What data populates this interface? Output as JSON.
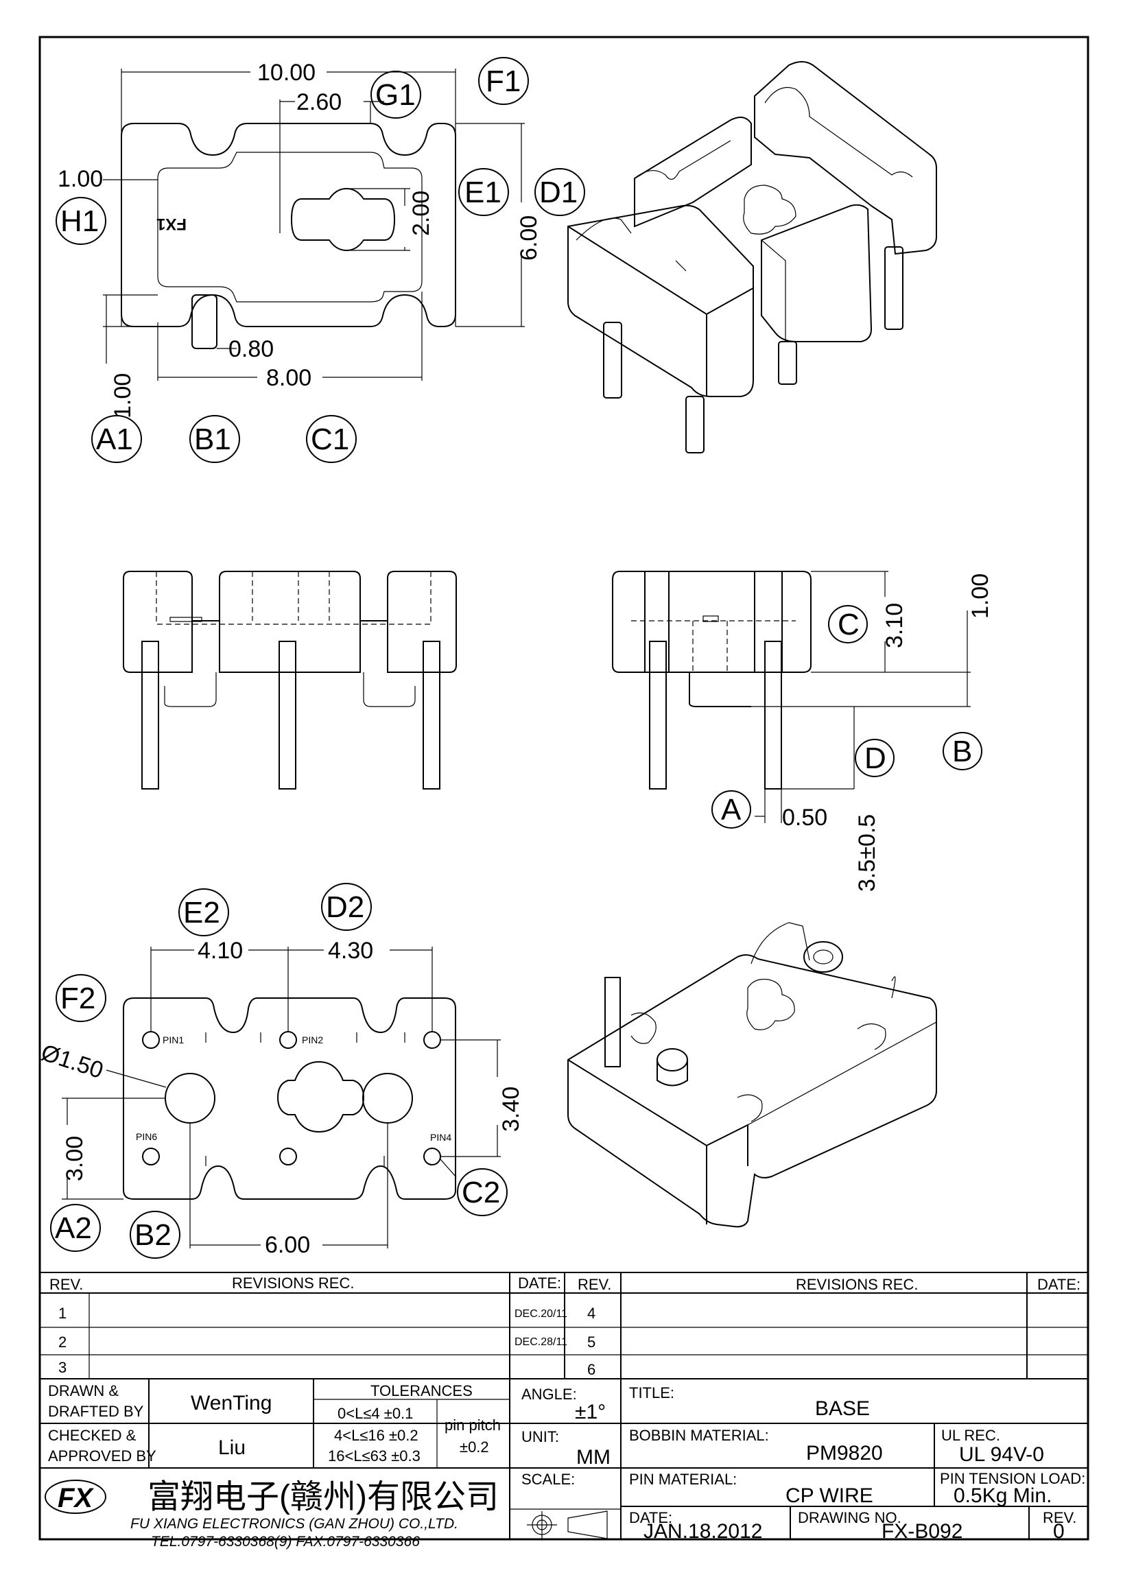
{
  "top_view": {
    "dims": {
      "d10": "10.00",
      "d260": "2.60",
      "d100a": "1.00",
      "d200": "2.00",
      "d600": "6.00",
      "d080": "0.80",
      "d800": "8.00",
      "d100b": "1.00"
    },
    "labels": {
      "F1": "F1",
      "G1": "G1",
      "H1": "H1",
      "E1": "E1",
      "D1": "D1",
      "A1": "A1",
      "B1": "B1",
      "C1": "C1"
    },
    "mark": "FX1"
  },
  "side_view": {
    "dims": {
      "d100": "1.00",
      "d310": "3.10",
      "d050": "0.50",
      "d35": "3.5±0.5"
    },
    "labels": {
      "C": "C",
      "B": "B",
      "D": "D",
      "A": "A"
    }
  },
  "bottom_view": {
    "dims": {
      "d410": "4.10",
      "d430": "4.30",
      "d150": "Ø1.50",
      "d300": "3.00",
      "d340": "3.40",
      "d600": "6.00"
    },
    "labels": {
      "E2": "E2",
      "D2": "D2",
      "F2": "F2",
      "A2": "A2",
      "B2": "B2",
      "C2": "C2"
    },
    "pins": {
      "pin1": "PIN1",
      "pin2": "PIN2",
      "pin4": "PIN4",
      "pin6": "PIN6"
    }
  },
  "revisions": {
    "headers": {
      "rev": "REV.",
      "rec": "REVISIONS    REC.",
      "date": "DATE:",
      "rev2": "REV.",
      "rec2": "REVISIONS    REC.",
      "date2": "DATE:"
    },
    "rows": [
      {
        "rev": "1",
        "date": "DEC.20/11",
        "rev2": "4"
      },
      {
        "rev": "2",
        "date": "DEC.28/11",
        "rev2": "5"
      },
      {
        "rev": "3",
        "date": "",
        "rev2": "6"
      }
    ]
  },
  "title_block": {
    "drawn_label": "DRAWN &\nDRAFTED BY",
    "drawn_label_1": "DRAWN &",
    "drawn_label_2": "DRAFTED BY",
    "drawn_by": "WenTing",
    "checked_label_1": "CHECKED &",
    "checked_label_2": "APPROVED BY",
    "checked_by": "Liu",
    "tol_title": "TOLERANCES",
    "tol_rows": [
      "0<L≤4   ±0.1",
      "4<L≤16  ±0.2",
      "16<L≤63 ±0.3"
    ],
    "pin_pitch_label": "pin pitch",
    "pin_pitch_value": "±0.2",
    "angle_label": "ANGLE:",
    "angle_value": "±1°",
    "unit_label": "UNIT:",
    "unit_value": "MM",
    "scale_label": "SCALE:",
    "title_label": "TITLE:",
    "title_value": "BASE",
    "bobbin_label": "BOBBIN MATERIAL:",
    "bobbin_value": "PM9820",
    "ul_label": "UL REC.",
    "ul_value": "UL 94V-0",
    "pin_mat_label": "PIN MATERIAL:",
    "pin_mat_value": "CP WIRE",
    "tension_label": "PIN TENSION LOAD:",
    "tension_value": "0.5Kg Min.",
    "date_label": "DATE:",
    "date_value": "JAN.18.2012",
    "dwg_label": "DRAWING NO.",
    "dwg_value": "FX-B092",
    "rev_label": "REV.",
    "rev_value": "0",
    "company_cn": "富翔电子(赣州)有限公司",
    "company_en": "FU XIANG ELECTRONICS (GAN ZHOU) CO.,LTD.",
    "contact": "TEL:0797-6330368(9) FAX:0797-6330366",
    "logo": "FX"
  }
}
